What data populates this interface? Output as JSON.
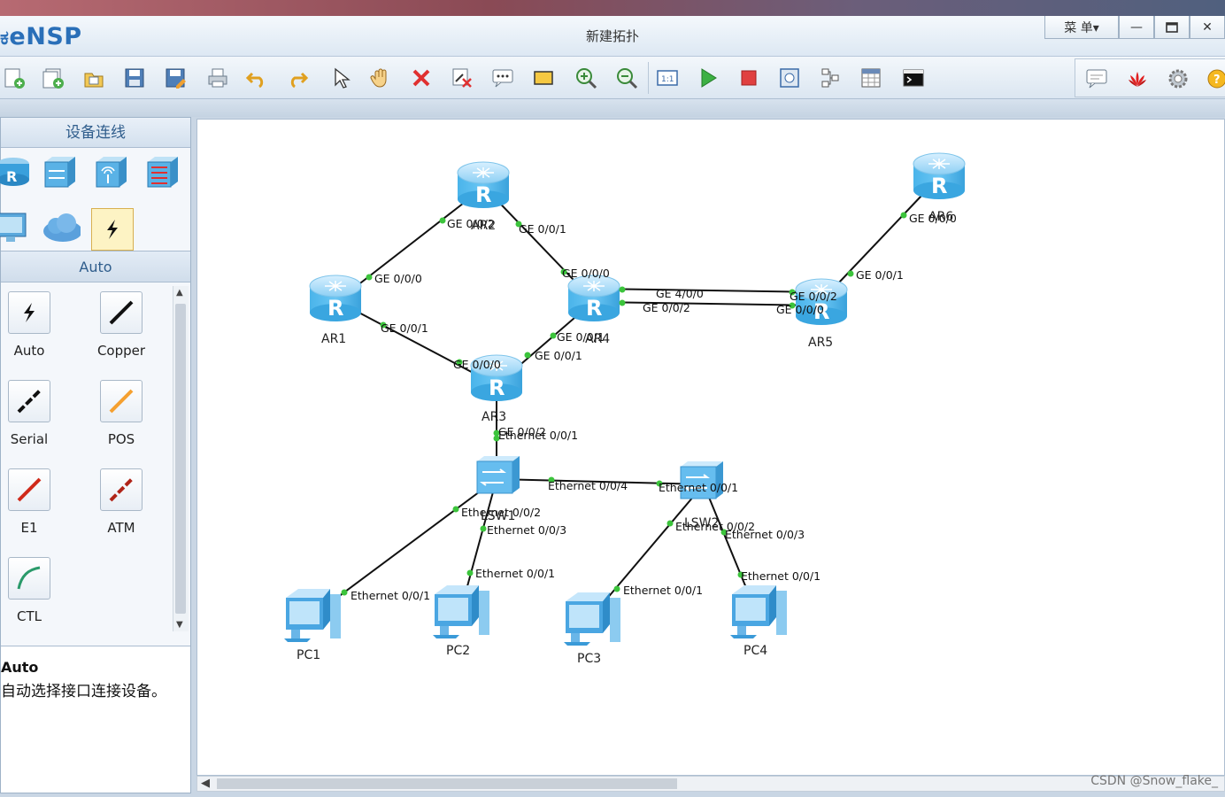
{
  "app": {
    "logo": "eNSP",
    "window_title": "新建拓扑",
    "menu_label": "菜 单▾",
    "minimize": "—",
    "maximize": "🗖",
    "close": "✕"
  },
  "toolbar": {
    "icons": [
      "new-topology-icon",
      "new-project-icon",
      "open-icon",
      "save-icon",
      "save-as-icon",
      "print-icon",
      "undo-icon",
      "redo-icon",
      "select-icon",
      "pan-hand-icon",
      "delete-icon",
      "delete-all-links-icon",
      "text-annotation-icon",
      "rectangle-icon",
      "zoom-in-icon",
      "zoom-out-icon",
      "fit-window-icon",
      "start-device-icon",
      "stop-device-icon",
      "capture-icon",
      "topology-icon",
      "grid-icon",
      "terminal-icon"
    ],
    "right_icons": [
      "chat-icon",
      "huawei-icon",
      "settings-icon",
      "help-icon"
    ]
  },
  "left_panel": {
    "header": "设备连线",
    "device_icons": [
      "router-category-icon",
      "switch-category-icon",
      "wireless-category-icon",
      "firewall-category-icon",
      "pc-category-icon",
      "cloud-category-icon",
      "cable-category-icon"
    ],
    "cable_header": "Auto",
    "cables": [
      {
        "label": "Auto"
      },
      {
        "label": "Copper"
      },
      {
        "label": "Serial"
      },
      {
        "label": "POS"
      },
      {
        "label": "E1"
      },
      {
        "label": "ATM"
      },
      {
        "label": "CTL"
      }
    ],
    "description_title": "Auto",
    "description_text": "自动选择接口连接设备。"
  },
  "topology": {
    "devices": [
      {
        "name": "AR1",
        "type": "router"
      },
      {
        "name": "AR2",
        "type": "router"
      },
      {
        "name": "AR3",
        "type": "router"
      },
      {
        "name": "AR4",
        "type": "router"
      },
      {
        "name": "AR5",
        "type": "router"
      },
      {
        "name": "AR6",
        "type": "router"
      },
      {
        "name": "LSW1",
        "type": "switch"
      },
      {
        "name": "LSW2",
        "type": "switch"
      },
      {
        "name": "PC1",
        "type": "pc"
      },
      {
        "name": "PC2",
        "type": "pc"
      },
      {
        "name": "PC3",
        "type": "pc"
      },
      {
        "name": "PC4",
        "type": "pc"
      }
    ],
    "port_labels": {
      "ar2_ar1": "GE 0/0/2",
      "ar2_ar4": "GE 0/0/1",
      "ar1_ar2": "GE 0/0/0",
      "ar1_ar3": "GE 0/0/1",
      "ar4_ar2": "GE 0/0/0",
      "ar4_ar5_a": "GE 4/0/0",
      "ar4_ar5_b": "GE 0/0/2",
      "ar4_ar3": "GE 0/0/1",
      "ar5_ar4_a": "GE 0/0/2",
      "ar5_ar4_b": "GE 0/0/0",
      "ar5_ar6": "GE 0/0/1",
      "ar6_ar5": "GE 0/0/0",
      "ar3_ar1": "GE 0/0/0",
      "ar3_ar4": "GE 0/0/1",
      "ar3_lsw1": "GE 0/0/2",
      "lsw1_ar3": "Ethernet 0/0/1",
      "lsw1_lsw2": "Ethernet 0/0/4",
      "lsw1_pc1": "Ethernet 0/0/2",
      "lsw1_pc2": "Ethernet 0/0/3",
      "lsw2_lsw1": "Ethernet 0/0/1",
      "lsw2_pc3": "Ethernet 0/0/2",
      "lsw2_pc4": "Ethernet 0/0/3",
      "pc1_port": "Ethernet 0/0/1",
      "pc2_port": "Ethernet 0/0/1",
      "pc3_port": "Ethernet 0/0/1",
      "pc4_port": "Ethernet 0/0/1"
    }
  },
  "watermark": "CSDN @Snow_flake_"
}
